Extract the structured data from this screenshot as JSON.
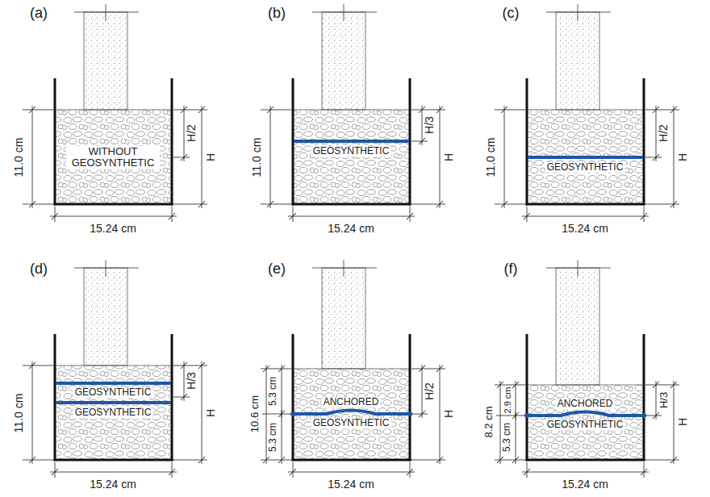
{
  "diagram": {
    "labels": [
      "(a)",
      "11.0 cm",
      "WITHOUT GEOSYNTHETIC",
      "H/2",
      "H",
      "15.24 cm",
      "(b)",
      "11.0 cm",
      "GEOSYNTHETIC",
      "H/3",
      "H",
      "15.24 cm",
      "(c)",
      "11.0 cm",
      "GEOSYNTHETIC",
      "H/2",
      "H",
      "15.24 cm",
      "(d)",
      "11.0 cm",
      "GEOSYNTHETIC",
      "GEOSYNTHETIC",
      "H/3",
      "H",
      "15.24 cm",
      "(e)",
      "10.6 cm",
      "5.3 cm",
      "5.3 cm",
      "ANCHORED",
      "GEOSYNTHETIC",
      "H/2",
      "H",
      "15.24 cm",
      "(f)",
      "8.2 cm",
      "2.9 cm",
      "5.3 cm",
      "ANCHORED",
      "GEOSYNTHETIC",
      "H/3",
      "H",
      "15.24 cm"
    ]
  }
}
